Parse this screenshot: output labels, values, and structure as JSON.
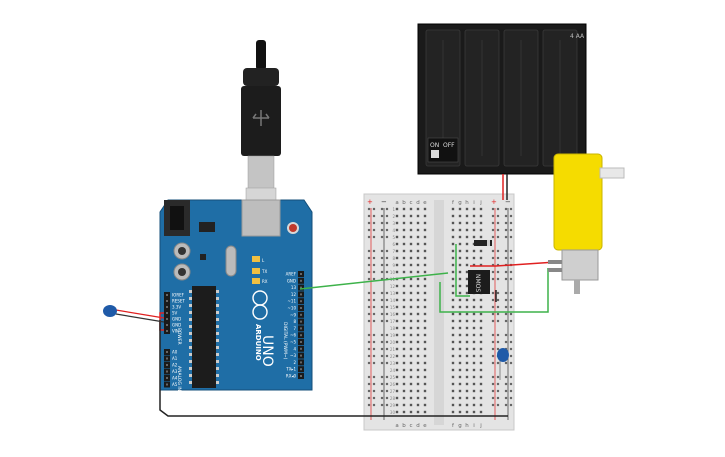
{
  "canvas": {
    "background": "#ffffff"
  },
  "arduino": {
    "logo": "ARDUINO",
    "model": "UNO",
    "power_header_label": "POWER",
    "analog_header_label": "ANALOG IN",
    "digital_header_label": "DIGITAL (PWM~)",
    "power_pins": [
      "IOREF",
      "RESET",
      "3.3V",
      "5V",
      "GND",
      "GND",
      "VIN"
    ],
    "analog_pins": [
      "A0",
      "A1",
      "A2",
      "A3",
      "A4",
      "A5"
    ],
    "digital_pins": [
      "AREF",
      "GND",
      "13",
      "12",
      "~11",
      "~10",
      "~9",
      "8",
      "7",
      "~6",
      "~5",
      "4",
      "~3",
      "2",
      "TX▸1",
      "RX◂0"
    ],
    "led_labels": [
      "L",
      "TX",
      "RX"
    ],
    "board_color": "#1f6ea6"
  },
  "usb_cable": {
    "icon": "usb-plug-icon"
  },
  "breadboard": {
    "columns_left": [
      "a",
      "b",
      "c",
      "d",
      "e"
    ],
    "columns_right": [
      "f",
      "g",
      "h",
      "i",
      "j"
    ],
    "rail_labels": [
      "+",
      "−"
    ],
    "row_labels": [
      "1",
      "2",
      "3",
      "4",
      "5",
      "6",
      "7",
      "8",
      "9",
      "10",
      "11",
      "12",
      "13",
      "14",
      "15",
      "16",
      "17",
      "18",
      "19",
      "20",
      "21",
      "22",
      "23",
      "24",
      "25",
      "26",
      "27",
      "28",
      "29",
      "30"
    ]
  },
  "battery_pack": {
    "label": "4 AA",
    "switch_on": "ON",
    "switch_off": "OFF",
    "cells": 4
  },
  "mosfet": {
    "label": "NMOS"
  },
  "motor": {
    "icon": "dc-gear-motor-icon",
    "color": "#f5dc00"
  },
  "diode": {
    "icon": "diode-icon"
  },
  "capacitors": [
    {
      "name": "capacitor-arduino",
      "icon": "ceramic-capacitor-icon"
    },
    {
      "name": "capacitor-breadboard",
      "icon": "ceramic-capacitor-icon"
    }
  ],
  "wire_colors": {
    "red": "#e02020",
    "black": "#222222",
    "green": "#3db24a",
    "gray": "#888888"
  }
}
